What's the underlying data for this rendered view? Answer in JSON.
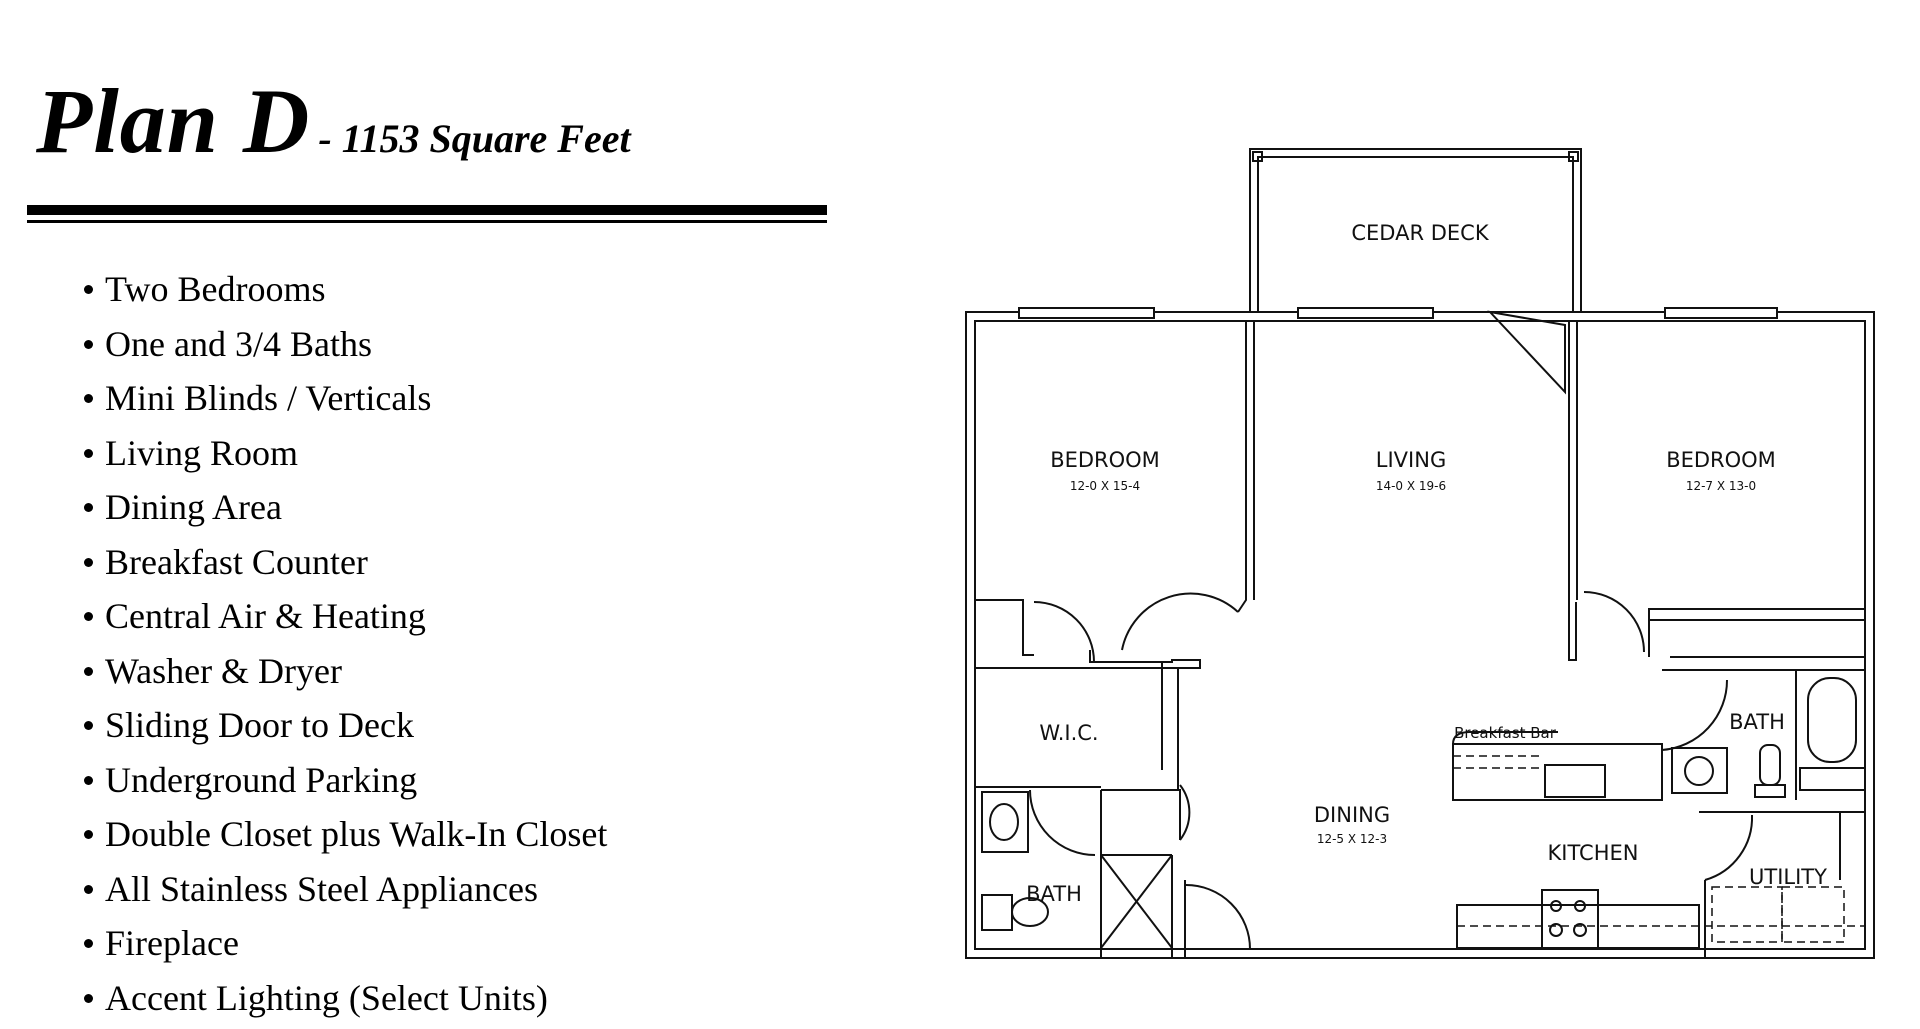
{
  "header": {
    "plan_name": "Plan D",
    "subtitle": "- 1153 Square Feet"
  },
  "features": [
    "Two Bedrooms",
    "One and 3/4 Baths",
    "Mini Blinds / Verticals",
    "Living Room",
    "Dining Area",
    "Breakfast Counter",
    "Central Air & Heating",
    "Washer & Dryer",
    "Sliding Door to Deck",
    "Underground Parking",
    "Double Closet plus Walk-In Closet",
    "All Stainless Steel Appliances",
    "Fireplace",
    "Accent Lighting (Select Units)"
  ],
  "floorplan": {
    "deck": "CEDAR DECK",
    "bedroom1": {
      "name": "BEDROOM",
      "size": "12-0 X 15-4"
    },
    "living": {
      "name": "LIVING",
      "size": "14-0 X 19-6"
    },
    "bedroom2": {
      "name": "BEDROOM",
      "size": "12-7 X 13-0"
    },
    "wic": "W.I.C.",
    "breakfast_bar": "Breakfast Bar",
    "bath_right": "BATH",
    "dining": {
      "name": "DINING",
      "size": "12-5 X 12-3"
    },
    "kitchen": "KITCHEN",
    "utility": "UTILITY",
    "bath_left": "BATH"
  }
}
